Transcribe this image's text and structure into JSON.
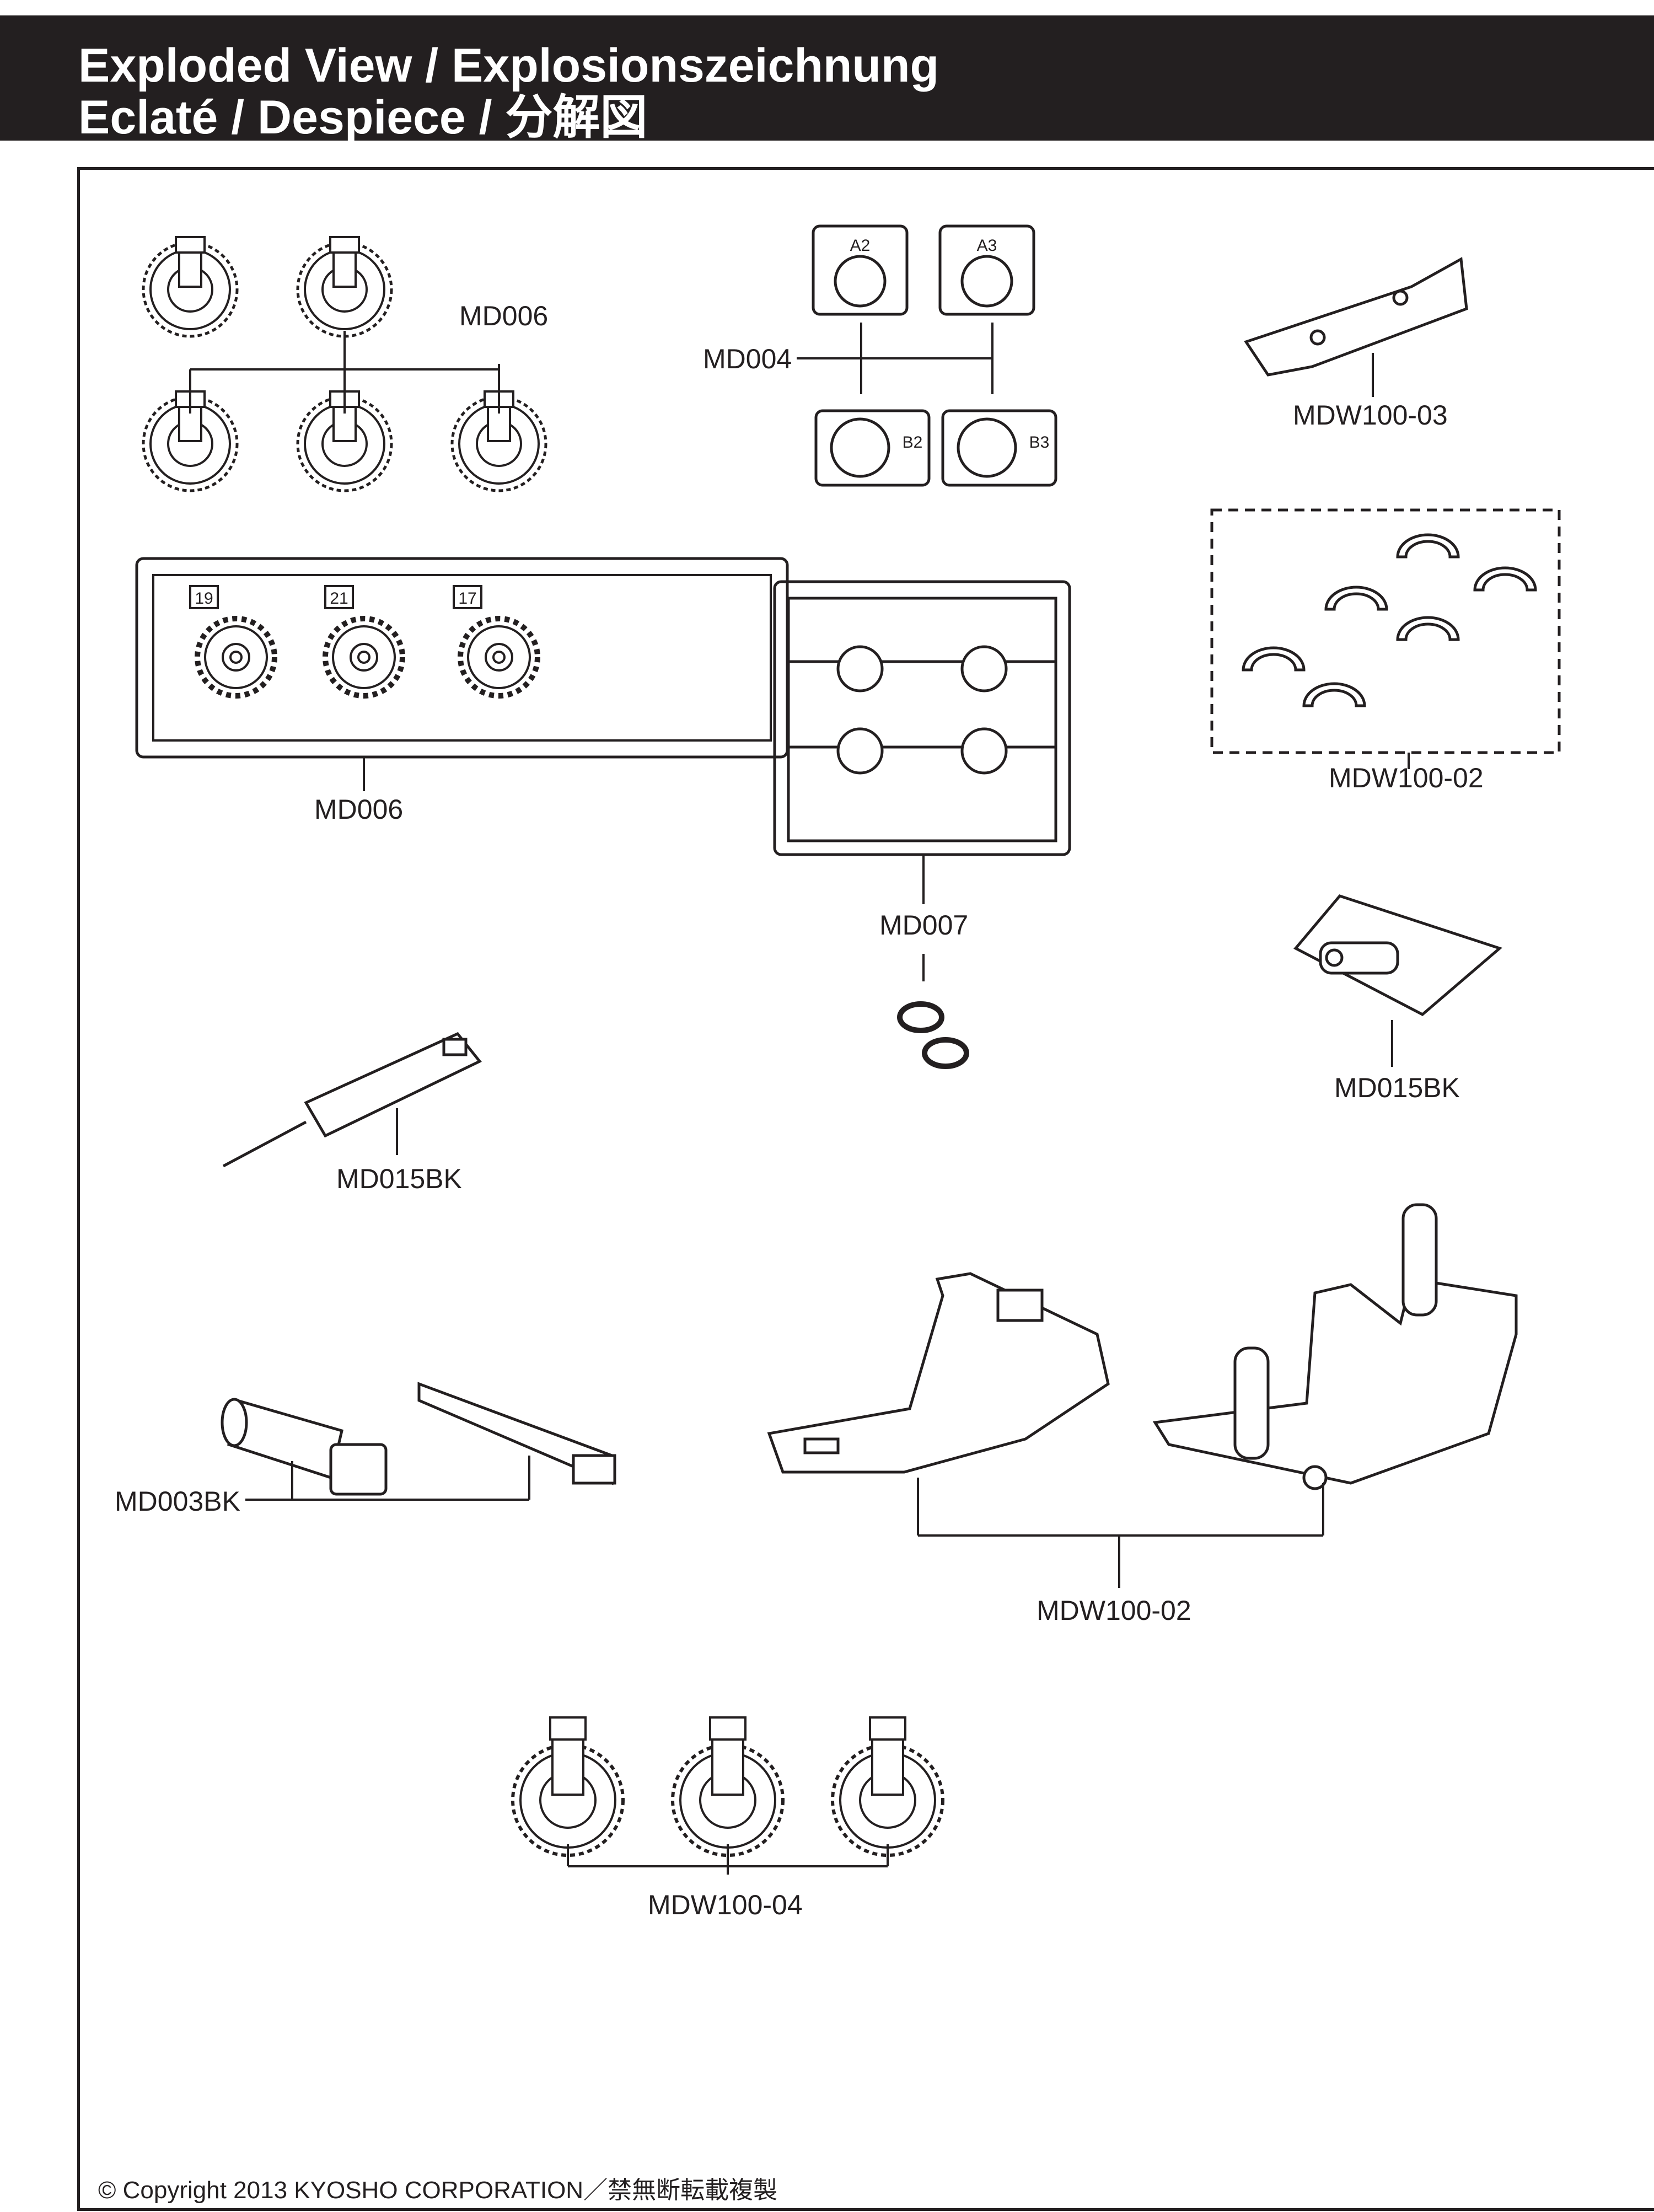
{
  "header": {
    "line1": "Exploded View / Explosionszeichnung",
    "line2": "Eclaté / Despiece / 分解図"
  },
  "parts": [
    {
      "id": "gears-5",
      "label": "MD006"
    },
    {
      "id": "bushings",
      "label": "MD004"
    },
    {
      "id": "arm",
      "label": "MDW100-03"
    },
    {
      "id": "clips",
      "label": "MDW100-02"
    },
    {
      "id": "gear-sprue",
      "label": "MD006"
    },
    {
      "id": "bearing-sprue",
      "label": "MD007"
    },
    {
      "id": "mount",
      "label": "MD015BK"
    },
    {
      "id": "pin-tool",
      "label": "MD015BK"
    },
    {
      "id": "tools",
      "label": "MD003BK"
    },
    {
      "id": "chassis",
      "label": "MDW100-02"
    },
    {
      "id": "pinions",
      "label": "MDW100-04"
    }
  ],
  "sprue_numbers": [
    "19",
    "21",
    "17"
  ],
  "bushing_marks": [
    "A2",
    "A3",
    "B2",
    "B3"
  ],
  "copyright": "© Copyright 2013 KYOSHO CORPORATION／禁無断転載複製"
}
